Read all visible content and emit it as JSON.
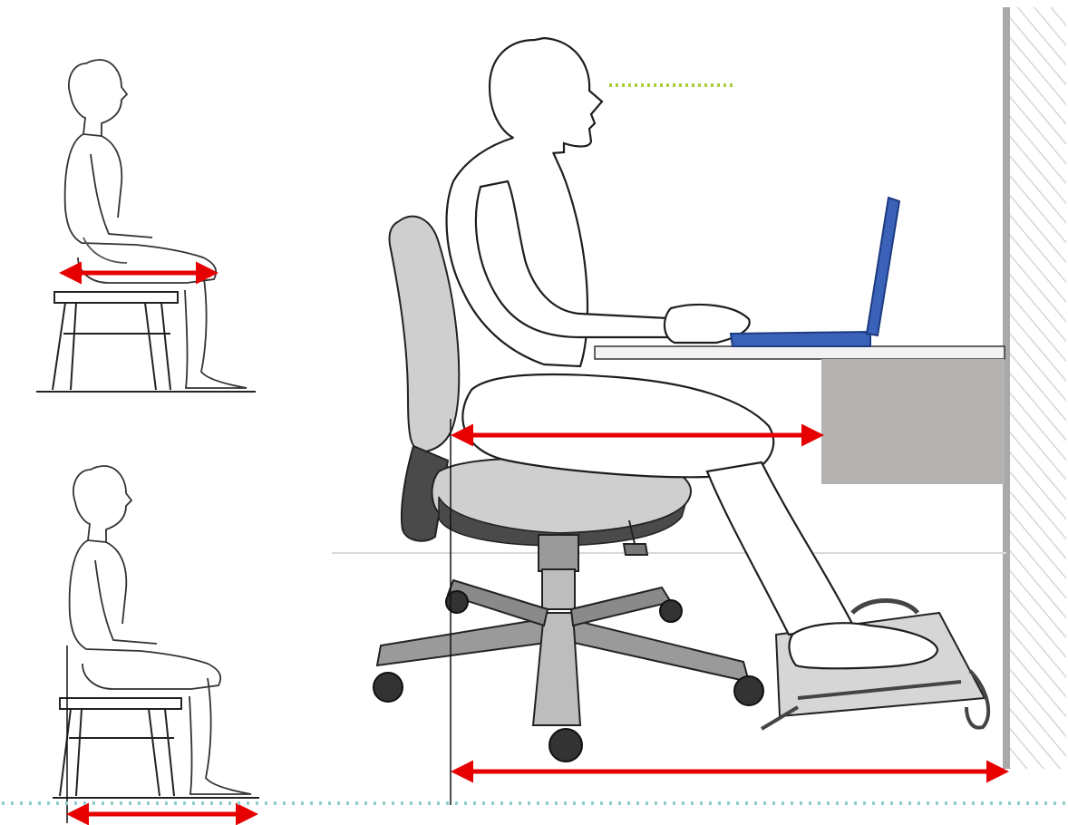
{
  "figure": {
    "panels": [
      {
        "id": "seated-stool-upper",
        "depicts": "person-seated-on-stool"
      },
      {
        "id": "seated-stool-lower",
        "depicts": "person-seated-on-stool"
      },
      {
        "id": "workstation",
        "depicts": "person-at-desk-with-laptop-office-chair-footrest"
      }
    ],
    "colors": {
      "arrow": "#e60000",
      "laptop": "#3a62b8",
      "desk_block": "#b4b1b1",
      "sightline": "#a8cf3a",
      "baseline_dots": "#8fcfcf",
      "chair_dark": "#4a4a4a",
      "chair_light": "#cfcfcf",
      "outline": "#1e1e1e",
      "wall_hatch": "#d6d6d6"
    },
    "arrows": [
      "upper-thigh-length",
      "lower-floor-depth",
      "workstation-thigh-length",
      "workstation-floor-depth"
    ]
  }
}
